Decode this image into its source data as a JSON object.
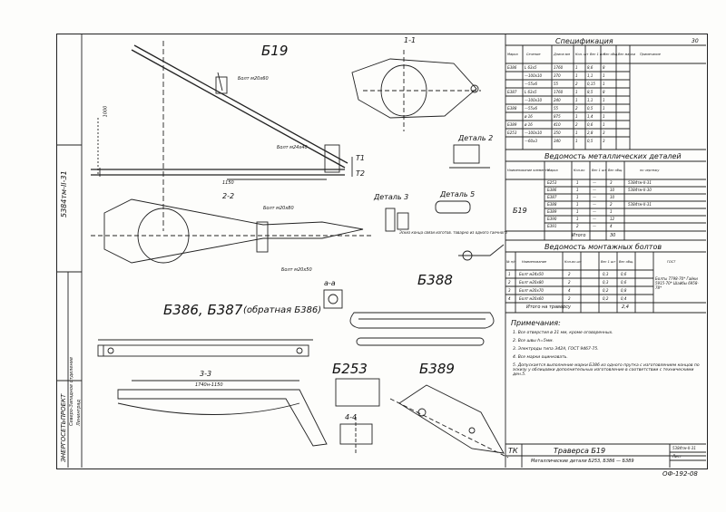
{
  "drawing_code": "5384тм-II-31",
  "sheet_number": "30",
  "bottom_code": "ОФ-192-08",
  "views": {
    "b19": "Б19",
    "section_1_1": "1-1",
    "section_2_2": "2-2",
    "section_3_3": "3-3",
    "section_4_4": "4-4",
    "section_a_a": "а-а",
    "b386_b387": "Б386, Б387",
    "b386_note": "(обратная Б386)",
    "b388": "Б388",
    "b253": "Б253",
    "b389": "Б389",
    "detail_2": "Деталь 2",
    "detail_3": "Деталь 3",
    "detail_5": "Деталь 5"
  },
  "callouts": {
    "bolt_m20x60": "Болт м20х60",
    "bolt_m20x80": "Болт м20х80",
    "bolt_m20x50": "Болт м20х50",
    "bolt_m24x40": "Болт м24х40",
    "weld_note": "Эскиз конца связи изготов. товарно из одного гаечного",
    "t1": "T1",
    "t2": "T2",
    "dim_1000": "1000",
    "dim_1150": "1150",
    "dim_1740": "1740н-1150"
  },
  "spec_table": {
    "title": "Спецификация",
    "headers": [
      "Марка",
      "Сечение",
      "Длина мм",
      "Кол. шт",
      "Вес 1 шт",
      "Вес общ.",
      "Вес марки",
      "Примечание"
    ],
    "rows": [
      [
        "Б386",
        "L 63х5",
        "1760",
        "1",
        "8,6",
        "8"
      ],
      [
        "",
        "—100х10",
        "370",
        "1",
        "1,1",
        "1"
      ],
      [
        "",
        "—55х6",
        "55",
        "2",
        "0,15",
        "1"
      ],
      [
        "Б387",
        "L 63х5",
        "1760",
        "1",
        "8,5",
        "8"
      ],
      [
        "",
        "—100х10",
        "240",
        "1",
        "1,1",
        "1"
      ],
      [
        "Б388",
        "—55х6",
        "55",
        "2",
        "0,5",
        "1"
      ],
      [
        "",
        "ø 16",
        "875",
        "1",
        "1,4",
        "1"
      ],
      [
        "Б389",
        "ø 16",
        "410",
        "2",
        "0,6",
        "1"
      ],
      [
        "Б253",
        "—100х10",
        "350",
        "1",
        "2,8",
        "3"
      ],
      [
        "",
        "—60х3",
        "340",
        "1",
        "0,5",
        "3"
      ]
    ]
  },
  "parts_table": {
    "title": "Ведомость металлических деталей",
    "headers": [
      "Наименование элемента",
      "Марка",
      "Кол-во",
      "Вес 1 шт",
      "Вес общ.",
      "по чертежу"
    ],
    "group": "Б19",
    "rows": [
      [
        "Б253",
        "1",
        "—",
        "3",
        "5384тм-II-31"
      ],
      [
        "Б386",
        "1",
        "—",
        "10",
        "5384тм-II-30"
      ],
      [
        "Б387",
        "1",
        "—",
        "10",
        ""
      ],
      [
        "Б388",
        "1",
        "—",
        "2",
        "5384тм-II-31"
      ],
      [
        "Б389",
        "1",
        "—",
        "1",
        ""
      ],
      [
        "Б390",
        "1",
        "—",
        "12",
        ""
      ],
      [
        "Б391",
        "2",
        "—",
        "4",
        ""
      ]
    ],
    "total_label": "Итого",
    "total_value": "30"
  },
  "bolts_table": {
    "title": "Ведомость монтажных болтов",
    "headers": [
      "№ п/п",
      "Наименование",
      "Кол-во шт",
      "Вес 1 шт",
      "Вес общ.",
      "ГОСТ"
    ],
    "rows": [
      [
        "1",
        "Болт м24х50",
        "2",
        "0,3",
        "0,6"
      ],
      [
        "2",
        "Болт м20х80",
        "2",
        "0,3",
        "0,6"
      ],
      [
        "3",
        "Болт м20х70",
        "4",
        "0,2",
        "0,8"
      ],
      [
        "4",
        "Болт м20х60",
        "2",
        "0,2",
        "0,4"
      ]
    ],
    "gost_note": "Болты 7798-70* Гайки 5915-70* Шайбы 6958-78*",
    "total_label": "Итого на траверсу",
    "total_value": "2,4"
  },
  "notes": {
    "title": "Примечания:",
    "items": [
      "1. Все отверстия ø 21 мм, кроме оговоренных.",
      "2. Все швы h=5мм.",
      "3. Электроды типа Э42А, ГОСТ 9467-75.",
      "4. Все марки оцинковать.",
      "5. Допускается выполнение марки Б386 из одного прутка с изготовлением концов по эскизу у облицовки дополнительных изготовление в соответствии с техническими ден.5."
    ]
  },
  "title_block": {
    "tk": "ТК",
    "title_line_1": "Траверса Б19",
    "title_line_2": "Металлические детали Б253, Б386 — Б389",
    "sheet_label": "Лист",
    "project_code": "5384тм-II-31"
  },
  "side_stamp": {
    "org": "ЭНЕРГОСЕТЬПРОЕКТ",
    "sub": "Северо-Западное отделение",
    "city": "Ленинград"
  }
}
